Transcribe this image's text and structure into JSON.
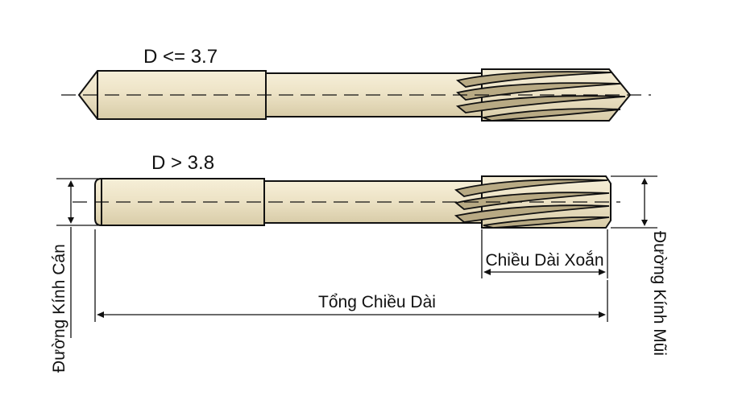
{
  "top_tool": {
    "label": "D <= 3.7"
  },
  "bottom_tool": {
    "label": "D > 3.8"
  },
  "dimensions": {
    "shank_diameter": "Đường Kính Cán",
    "flute_length": "Chiều Dài Xoắn",
    "overall_length": "Tổng Chiều Dài",
    "tip_diameter": "Đường Kính Mũi"
  },
  "colors": {
    "body": "#EDE3C6",
    "shadow": "#D8CCA8",
    "flute": "#B8AA84",
    "line": "#111111"
  }
}
